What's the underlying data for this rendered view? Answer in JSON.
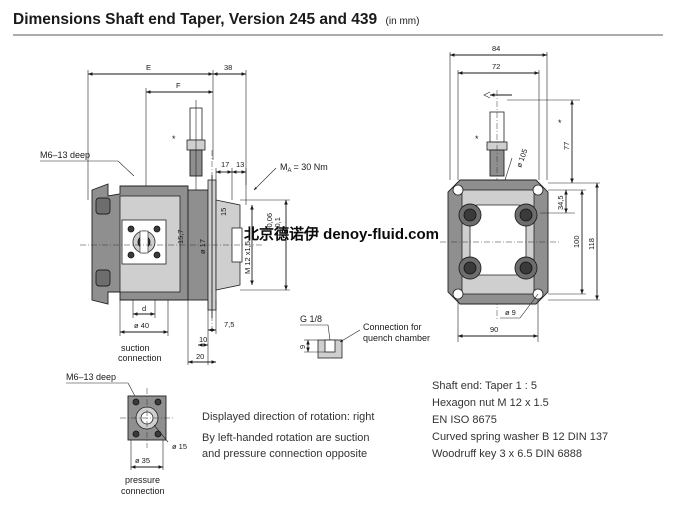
{
  "title": "Dimensions Shaft end Taper, Version 245 and 439",
  "title_unit": "(in mm)",
  "watermark": "北京德诺伊 denoy-fluid.com",
  "dims": {
    "E": "E",
    "F": "F",
    "d38": "38",
    "d17": "17",
    "d13": "13",
    "tighten": "M",
    "tighten_sub": "A",
    "tighten_val": "= 30 Nm",
    "d15": "15",
    "d15_7": "15,7",
    "phi17": "ø 17",
    "m12": "M 12 x1,5",
    "tol_upper": "-0,06",
    "tol_lower": "-0,1",
    "d": "d",
    "phi40": "ø 40",
    "d7_5": "7,5",
    "d10": "10",
    "d20": "20",
    "g18": "G 1/8",
    "d9_side": "9",
    "d84": "84",
    "d72": "72",
    "d77": "77",
    "phi105": "ø 105",
    "d34_5": "34,5",
    "d100": "100",
    "d118": "118",
    "phi9": "ø 9",
    "d90": "90",
    "phi15": "ø 15",
    "phi35": "ø 35",
    "star": "*"
  },
  "labels": {
    "thread_top": "M6–13 deep",
    "thread_bottom": "M6–13 deep",
    "suction_1": "suction",
    "suction_2": "connection",
    "pressure_1": "pressure",
    "pressure_2": "connection",
    "quench_1": "Connection for",
    "quench_2": "quench chamber"
  },
  "notes_left": [
    "Displayed direction of rotation: right",
    "By left-handed rotation are suction",
    "and pressure connection opposite"
  ],
  "notes_right": [
    "Shaft end: Taper 1 : 5",
    "Hexagon nut M 12 x 1.5",
    "EN ISO 8675",
    "Curved spring washer B 12  DIN 137",
    "Woodruff key  3 x 6.5  DIN 6888"
  ]
}
